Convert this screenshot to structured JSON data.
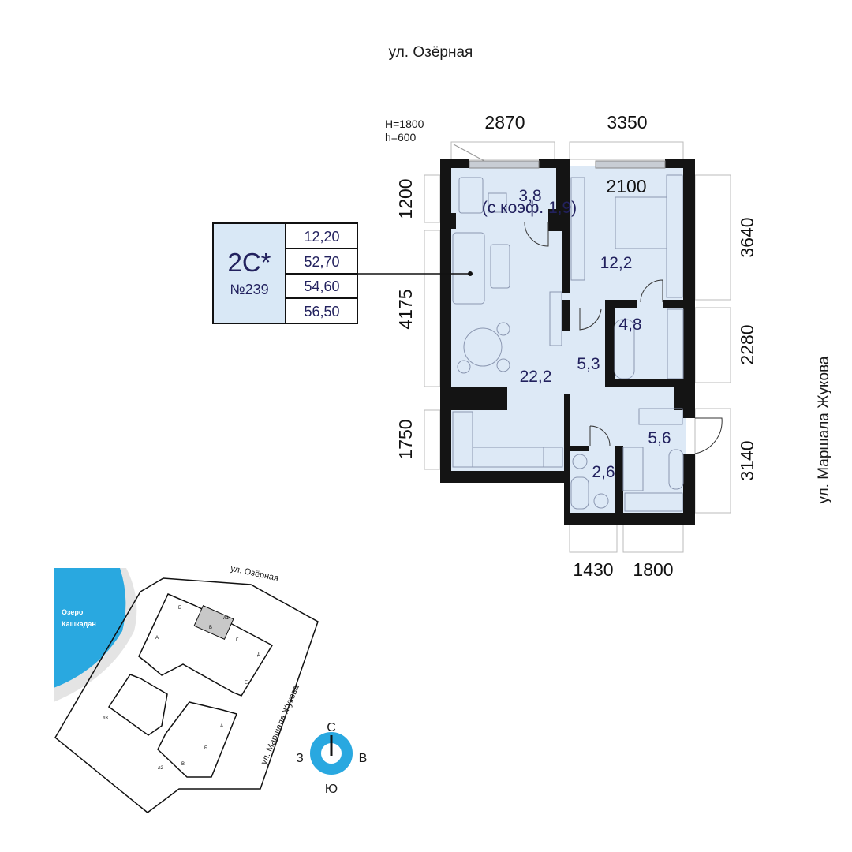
{
  "streets": {
    "top": "ул. Озёрная",
    "right": "ул. Маршала Жукова"
  },
  "window_note": {
    "H": "H=1800",
    "h": "h=600"
  },
  "dimensions": {
    "top": [
      "2870",
      "3350"
    ],
    "left": [
      "1200",
      "4175",
      "1750"
    ],
    "right": [
      "3640",
      "2280",
      "3140"
    ],
    "bottom": [
      "1430",
      "1800"
    ],
    "bed": "2100"
  },
  "rooms": {
    "balcony": "3,8",
    "balcony_note": "(с коэф. 1,9)",
    "living": "22,2",
    "bedroom": "12,2",
    "hall": "5,3",
    "bath": "4,8",
    "dressing": "5,6",
    "wc": "2,6"
  },
  "apartment": {
    "type": "2С*",
    "number": "№239",
    "areas": [
      "12,20",
      "52,70",
      "54,60",
      "56,50"
    ]
  },
  "site_plan": {
    "lake": [
      "Озеро",
      "Кашкадан"
    ],
    "street_top": "ул. Озёрная",
    "street_right": "ул. Маршала Жукова",
    "buildings": [
      "л1",
      "л2",
      "л3"
    ],
    "sections": [
      "Б",
      "В",
      "А",
      "Г",
      "Д",
      "Е",
      "А",
      "Б",
      "В"
    ]
  },
  "compass": {
    "n": "С",
    "s": "Ю",
    "w": "З",
    "e": "В"
  },
  "colors": {
    "accent": "#29a8e0",
    "floor": "#dde9f6",
    "text": "#22215e",
    "wall": "#141414"
  }
}
